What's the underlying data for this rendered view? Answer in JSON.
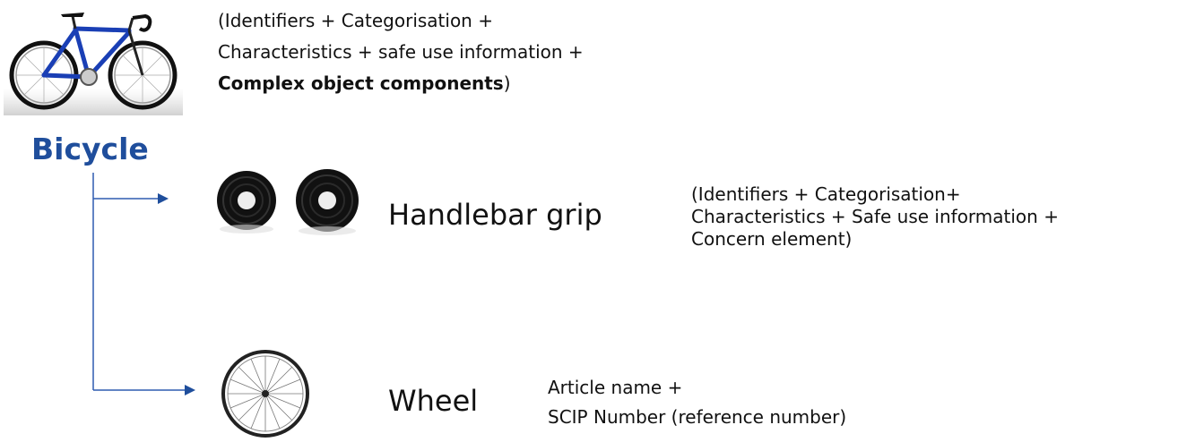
{
  "bicycle": {
    "label": "Bicycle",
    "description": {
      "line1": "(Identifiers + Categorisation +",
      "line2": "Characteristics + safe use information +",
      "line3_bold": "Complex object components",
      "line3_end": ")"
    }
  },
  "handlebar_grip": {
    "name": "Handlebar grip",
    "description": {
      "line1": "(Identifiers + Categorisation+",
      "line2": "Characteristics + Safe use information +",
      "line3": "Concern element)"
    }
  },
  "wheel": {
    "name": "Wheel",
    "description": {
      "line1": "Article name +",
      "line2": "SCIP Number (reference number)"
    }
  },
  "colors": {
    "accent": "#1f4e9c",
    "connector": "#2f5bb0"
  },
  "icons": {
    "bicycle": "bicycle-icon",
    "grip": "handlebar-grip-icon",
    "wheel": "wheel-icon"
  }
}
